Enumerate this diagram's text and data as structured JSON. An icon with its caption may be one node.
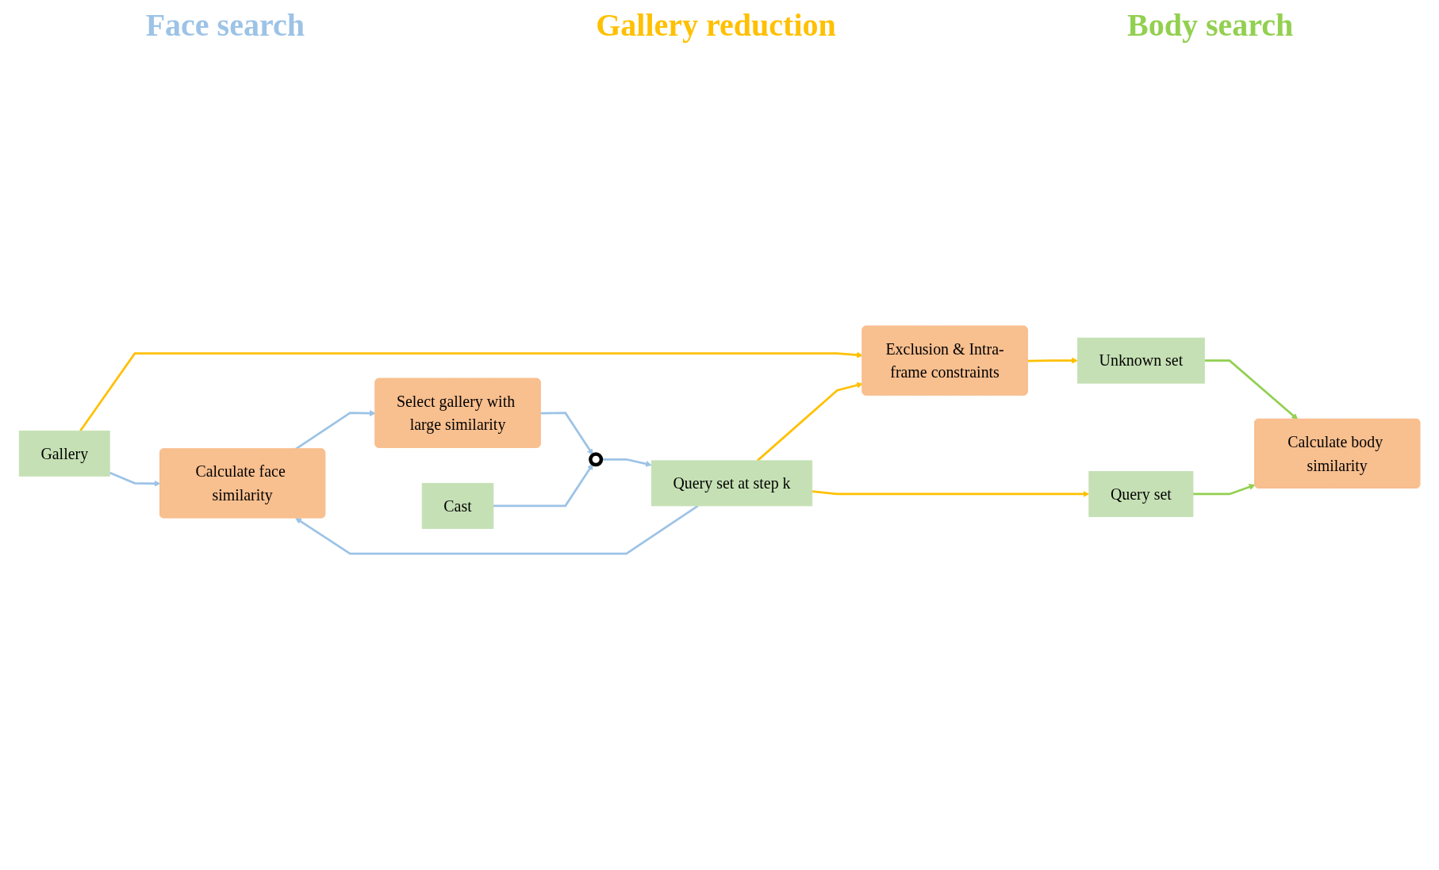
{
  "diagram": {
    "nodes": [
      {
        "text": [
          "Gallery"
        ]
      },
      {
        "text": [
          "Calculate face similarity"
        ]
      },
      {
        "text": [
          "Select gallery with large similarity"
        ]
      },
      {
        "text": [
          "Query set at step k"
        ]
      },
      {
        "text": [],
        "shape": "circle"
      },
      {
        "text": [
          "Cast"
        ]
      },
      {
        "text": [
          "Exclusion & Intra-frame constraints"
        ]
      },
      {
        "text": [
          "Unknown set"
        ]
      },
      {
        "text": [
          "Query set"
        ]
      },
      {
        "text": [
          "Calculate body similarity"
        ]
      }
    ],
    "edges": [
      {
        "from": 0,
        "to": 1,
        "arrow": "to"
      },
      {
        "from": 1,
        "to": 2,
        "arrow": "to"
      },
      {
        "from": 2,
        "to": 4,
        "arrow": "to"
      },
      {
        "from": 5,
        "to": 4,
        "arrow": "to"
      },
      {
        "from": 4,
        "to": 3,
        "arrow": "to"
      },
      {
        "from": 3,
        "to": 1,
        "arrow": "to"
      },
      {
        "from": 0,
        "to": 6,
        "arrow": "to",
        "color": "#ffc000"
      },
      {
        "from": 3,
        "to": 6,
        "arrow": "to",
        "color": "#ffc000"
      },
      {
        "from": 3,
        "to": 8,
        "arrow": "to",
        "color": "#ffc000"
      },
      {
        "from": 6,
        "to": 7,
        "arrow": "to",
        "color": "#ffc000"
      },
      {
        "from": 7,
        "to": 9,
        "arrow": "to",
        "color": "#92d050"
      },
      {
        "from": 8,
        "to": 9,
        "arrow": "to",
        "color": "#92d050"
      }
    ],
    "labels": [
      "Face search",
      "Gallery reduction",
      "Body search"
    ]
  }
}
